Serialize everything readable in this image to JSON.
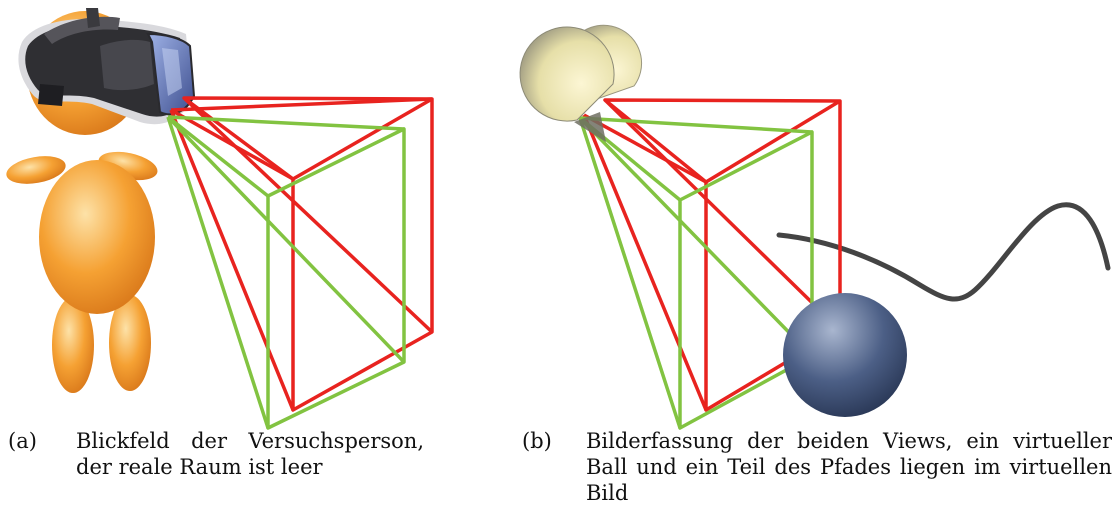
{
  "colors": {
    "red_frustum": "#e8231f",
    "green_frustum": "#82c341",
    "body_fill": "#f5a133",
    "ball_fill": "#3d4f73",
    "path_stroke": "#444444",
    "headset_dark": "#2b2b2e",
    "visor_blue": "#6f86c9"
  },
  "icons": {
    "person": "person-figure-icon",
    "headset": "vr-headset-icon",
    "cameras": "camera-eyes-icon",
    "ball": "virtual-ball-icon",
    "path": "virtual-path-icon"
  },
  "captions": {
    "a": {
      "tag": "(a)",
      "text": "Blickfeld der Versuchsperson, der reale Raum ist leer"
    },
    "b": {
      "tag": "(b)",
      "text": "Bilderfassung der beiden Views, ein virtueller Ball und ein Teil des Pfades liegen im virtuellen Bild"
    }
  }
}
